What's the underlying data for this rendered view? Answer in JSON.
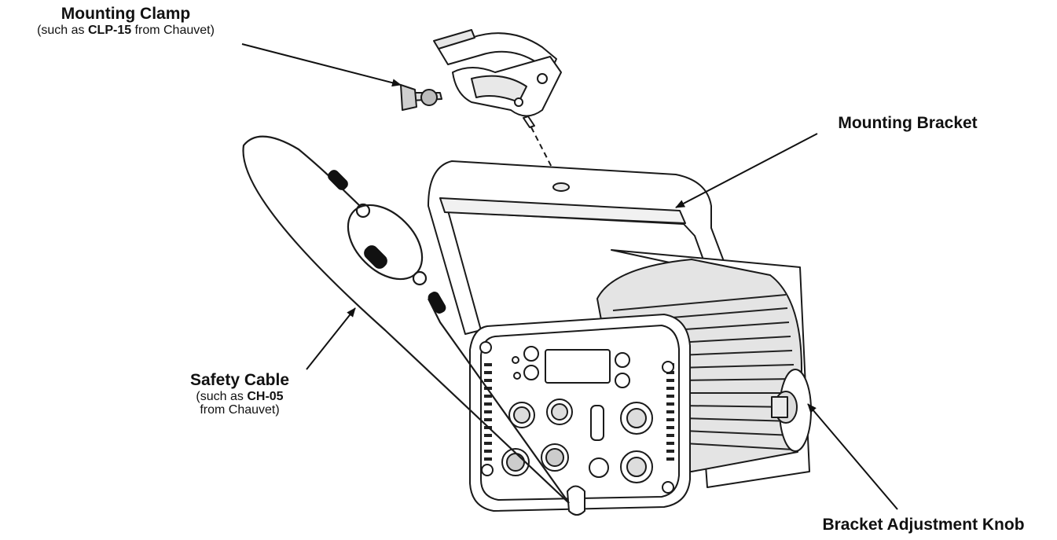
{
  "labels": {
    "mounting_clamp": {
      "title": "Mounting Clamp",
      "note_prefix": "(such as ",
      "note_model": "CLP-15",
      "note_suffix": " from Chauvet)"
    },
    "mounting_bracket": {
      "title": "Mounting Bracket"
    },
    "safety_cable": {
      "title": "Safety Cable",
      "note_prefix": "(such as ",
      "note_model": "CH-05",
      "note_line2": "from Chauvet)"
    },
    "bracket_knob": {
      "title": "Bracket Adjustment Knob"
    }
  },
  "colors": {
    "line": "#1a1a1a",
    "fill": "#ffffff",
    "shade": "#d9d9d9",
    "dark": "#111111"
  }
}
